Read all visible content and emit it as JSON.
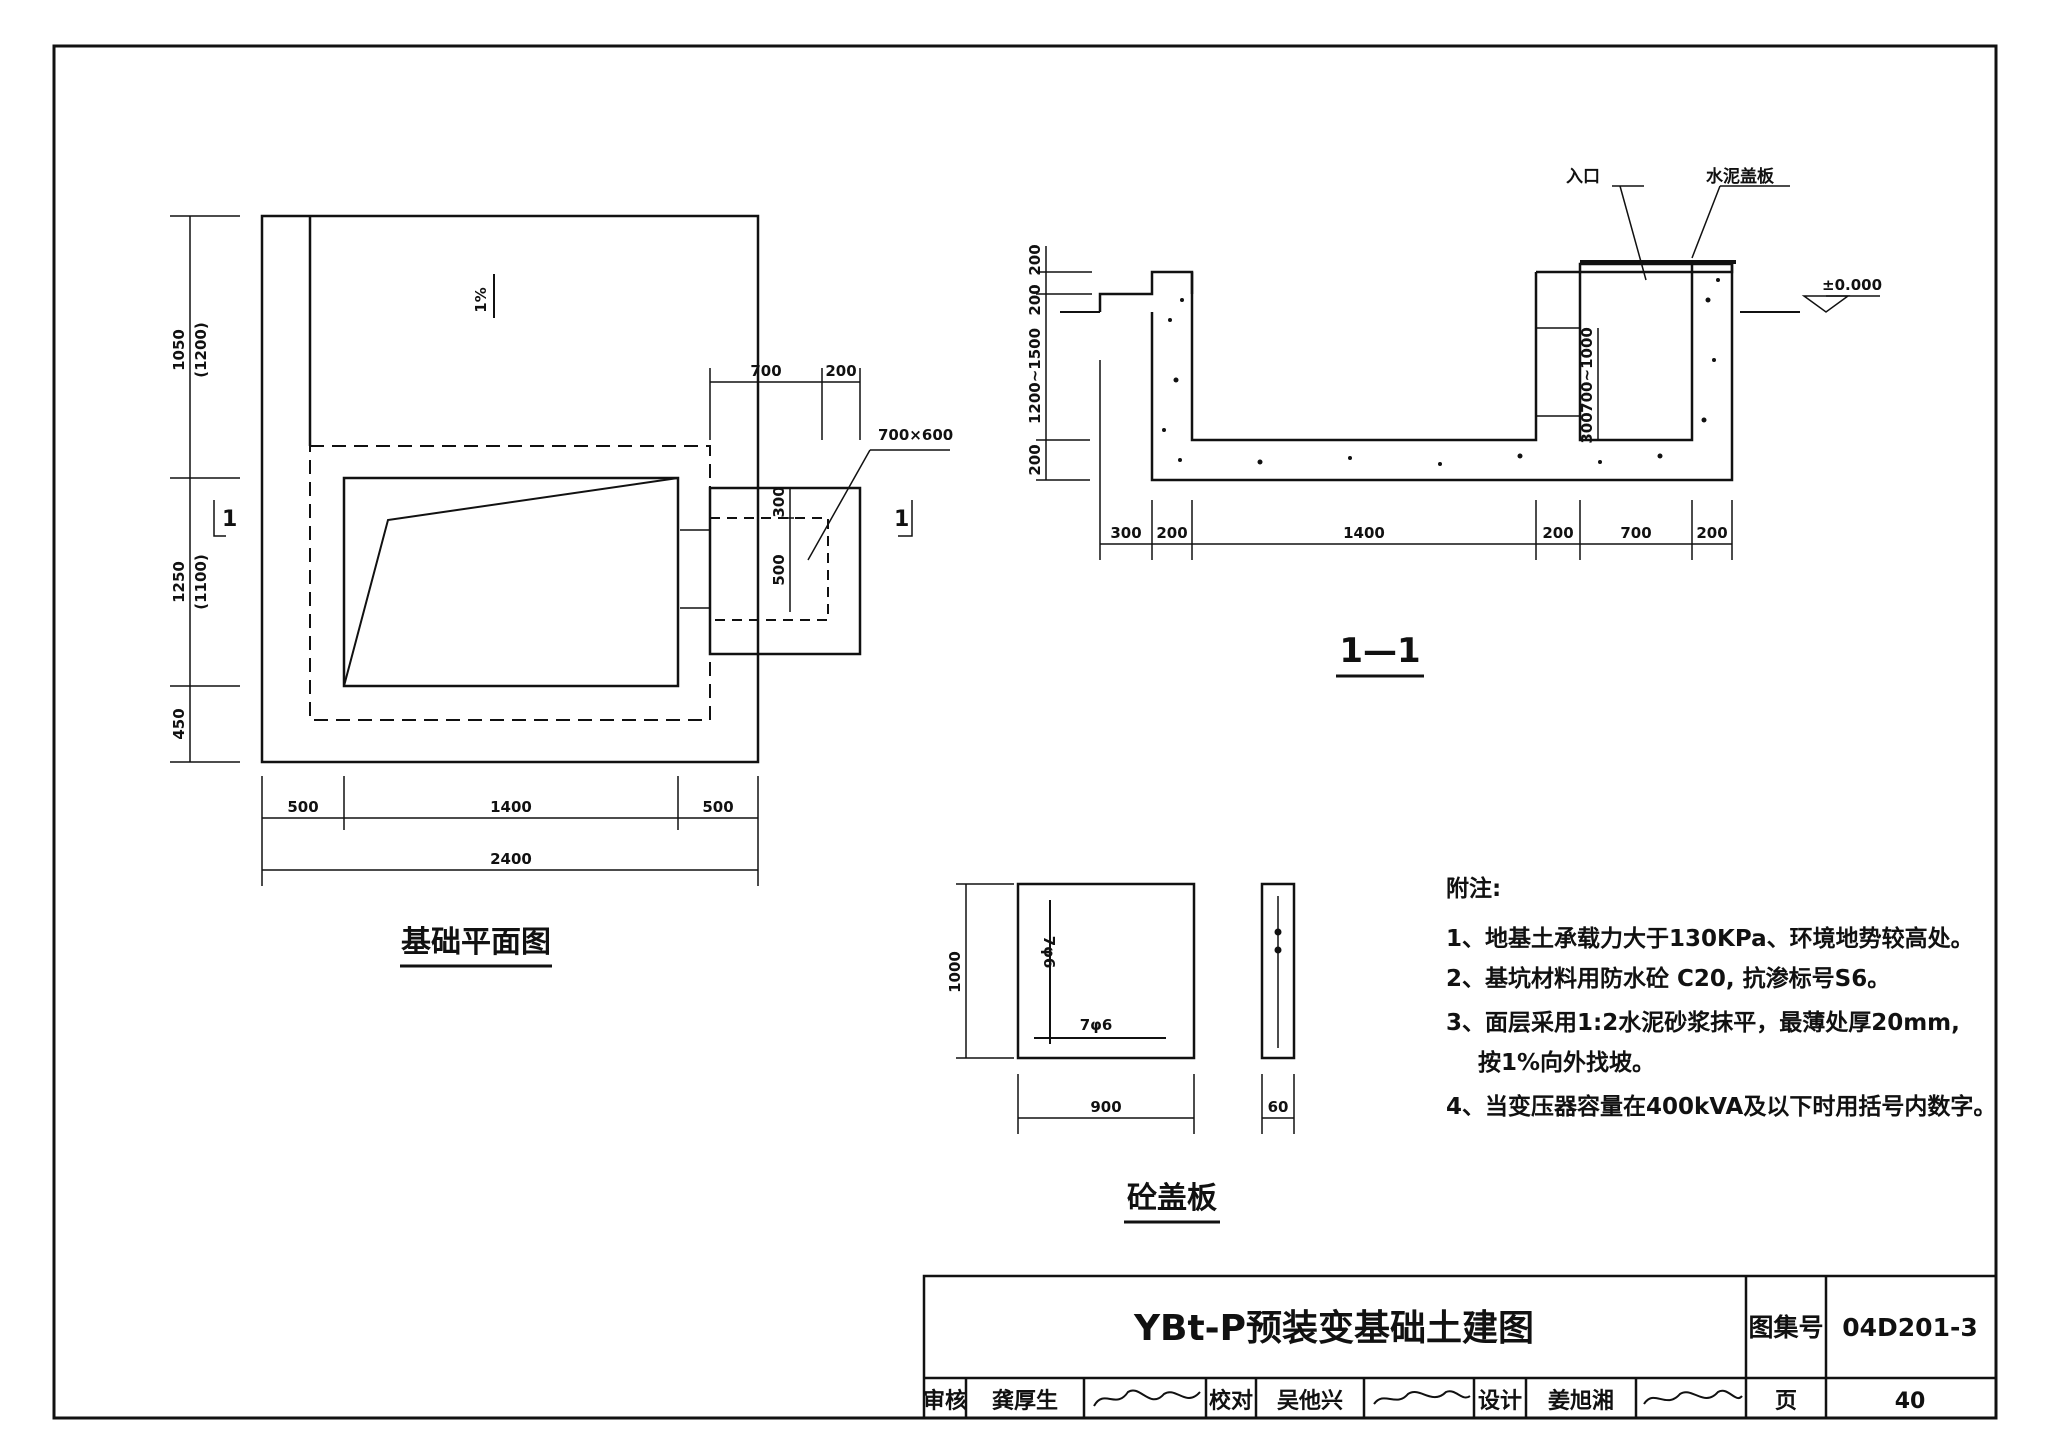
{
  "plan": {
    "title": "基础平面图",
    "slope": "1%",
    "left_dims": [
      "1050",
      "(1200)",
      "1250",
      "(1100)",
      "450"
    ],
    "bottom_dims": [
      "500",
      "1400",
      "500",
      "2400"
    ],
    "top_dims": [
      "700",
      "200"
    ],
    "opening_label": "700×600",
    "inner_dims": [
      "300",
      "500"
    ],
    "section_marks": [
      "1",
      "1"
    ]
  },
  "section": {
    "title": "1—1",
    "label_entrance": "入口",
    "label_cover": "水泥盖板",
    "elevation": "±0.000",
    "left_dims": [
      "200",
      "200",
      "1200~1500",
      "200"
    ],
    "inner_dims": [
      "700~1000",
      "300"
    ],
    "bottom_dims": [
      "300",
      "200",
      "1400",
      "200",
      "700",
      "200"
    ]
  },
  "cover": {
    "title": "砼盖板",
    "rebar_v": "7φ6",
    "rebar_h": "7φ6",
    "dim_height": "1000",
    "dim_width": "900",
    "dim_thick": "60"
  },
  "notes": {
    "heading": "附注:",
    "items": [
      "1、地基土承载力大于130KPa、环境地势较高处。",
      "2、基坑材料用防水砼 C20, 抗渗标号S6。",
      "3、面层采用1:2水泥砂浆抹平，最薄处厚20mm,",
      "按1%向外找坡。",
      "4、当变压器容量在400kVA及以下时用括号内数字。"
    ]
  },
  "titleblock": {
    "drawing_title": "YBt-P预装变基础土建图",
    "atlas_label": "图集号",
    "atlas_no": "04D201-3",
    "review_label": "审核",
    "review_name": "龚厚生",
    "check_label": "校对",
    "check_name": "吴他兴",
    "design_label": "设计",
    "design_name": "姜旭湘",
    "page_label": "页",
    "page_no": "40"
  }
}
